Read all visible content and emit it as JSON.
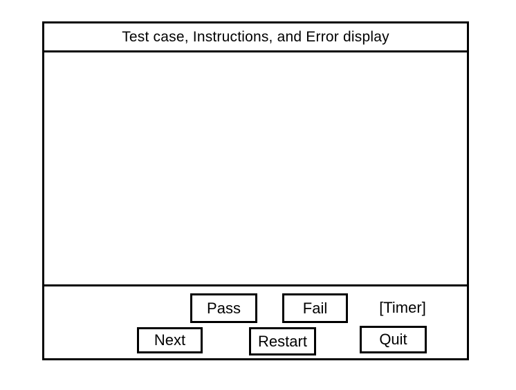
{
  "window": {
    "header": {
      "title": "Test case, Instructions, and Error display"
    },
    "display_area": {
      "content": ""
    },
    "controls": {
      "pass_label": "Pass",
      "fail_label": "Fail",
      "timer_label": "[Timer]",
      "next_label": "Next",
      "restart_label": "Restart",
      "quit_label": "Quit"
    },
    "colors": {
      "border": "#000000",
      "background": "#ffffff",
      "text": "#000000"
    }
  }
}
